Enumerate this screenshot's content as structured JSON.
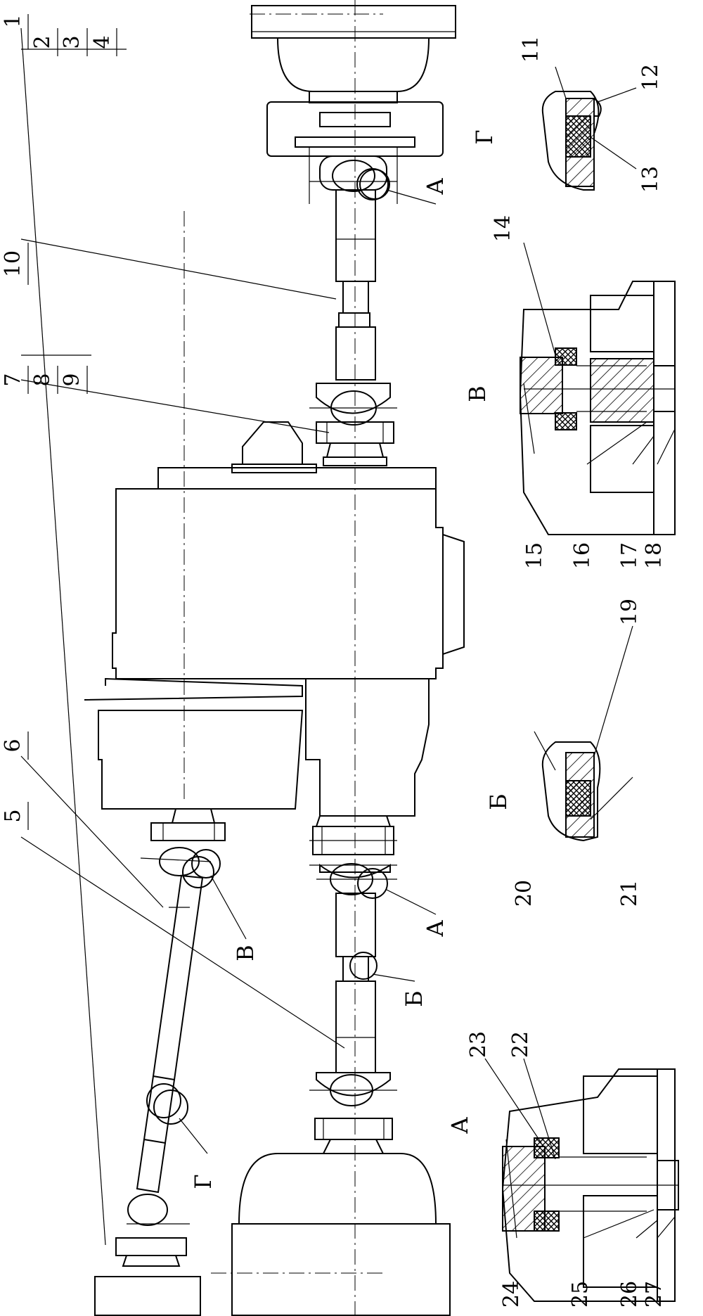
{
  "labels": {
    "n1": "1",
    "n2": "2",
    "n3": "3",
    "n4": "4",
    "n5": "5",
    "n6": "6",
    "n7": "7",
    "n8": "8",
    "n9": "9",
    "n10": "10",
    "n11": "11",
    "n12": "12",
    "n13": "13",
    "n14": "14",
    "n15": "15",
    "n16": "16",
    "n17": "17",
    "n18": "18",
    "n19": "19",
    "n20": "20",
    "n21": "21",
    "n22": "22",
    "n23": "23",
    "n24": "24",
    "n25": "25",
    "n26": "26",
    "n27": "27"
  },
  "views": {
    "a": "А",
    "b": "Б",
    "v": "В",
    "g": "Г"
  }
}
